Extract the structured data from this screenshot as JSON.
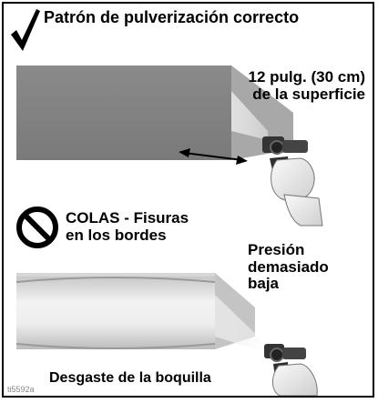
{
  "diagram": {
    "title": "Patrón de pulverización correcto",
    "distance_line1": "12 pulg. (30 cm)",
    "distance_line2": "de la superficie",
    "tails_line1": "COLAS - Fisuras",
    "tails_line2": "en los bordes",
    "pressure_line1": "Presión",
    "pressure_line2": "demasiado",
    "pressure_line3": "baja",
    "nozzle_wear": "Desgaste de la boquilla",
    "figure_code": "ti5592a"
  },
  "icons": {
    "correct": "checkmark-icon",
    "incorrect": "prohibited-icon"
  }
}
